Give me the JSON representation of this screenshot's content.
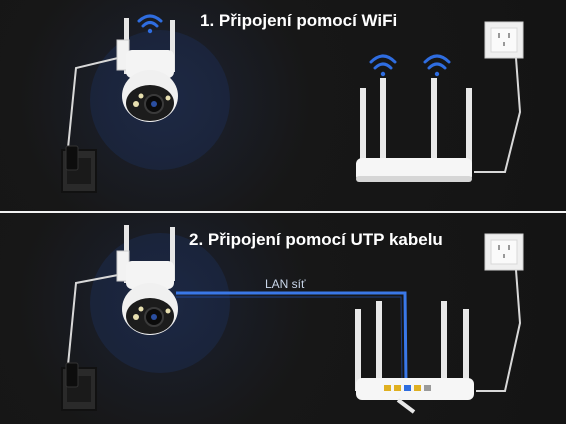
{
  "section1": {
    "title": "1. Připojení pomocí WiFi"
  },
  "section2": {
    "title": "2. Připojení pomocí UTP kabelu",
    "cable_label": "LAN síť"
  },
  "colors": {
    "background": "#141414",
    "wifi": "#2f6de0",
    "cable": "#3a78e8",
    "divider": "#f2f2f2"
  },
  "icons": [
    "wifi-icon",
    "camera-icon",
    "router-icon",
    "power-socket-icon",
    "power-adapter-icon"
  ]
}
